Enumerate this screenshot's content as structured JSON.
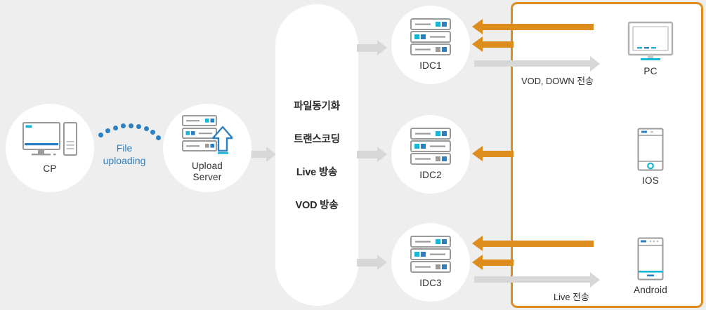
{
  "diagram": {
    "title": "CDN media delivery flow",
    "colors": {
      "background": "#eeeeee",
      "node_fill": "#ffffff",
      "accent_orange": "#dd8c1e",
      "accent_blue": "#2b7fc3",
      "accent_cyan": "#17b6d4",
      "gray_arrow": "#d7d7d7",
      "text": "#2f2f2f"
    },
    "nodes": [
      {
        "id": "cp",
        "label": "CP",
        "icon": "desktop-tower-icon"
      },
      {
        "id": "upload-server",
        "label_line1": "Upload",
        "label_line2": "Server",
        "icon": "server-upload-icon"
      },
      {
        "id": "idc1",
        "label": "IDC1",
        "icon": "server-rack-icon"
      },
      {
        "id": "idc2",
        "label": "IDC2",
        "icon": "server-rack-icon"
      },
      {
        "id": "idc3",
        "label": "IDC3",
        "icon": "server-rack-icon"
      },
      {
        "id": "pc",
        "label": "PC",
        "icon": "monitor-icon"
      },
      {
        "id": "ios",
        "label": "IOS",
        "icon": "phone-ios-icon"
      },
      {
        "id": "android",
        "label": "Android",
        "icon": "phone-android-icon"
      }
    ],
    "upload_link": {
      "label_line1": "File",
      "label_line2": "uploading"
    },
    "pipeline": {
      "items": [
        "파일동기화",
        "트랜스코딩",
        "Live 방송",
        "VOD 방송"
      ]
    },
    "flow_labels": [
      {
        "id": "vod-down",
        "text": "VOD, DOWN 전송"
      },
      {
        "id": "live-send",
        "text": "Live 전송"
      }
    ]
  }
}
